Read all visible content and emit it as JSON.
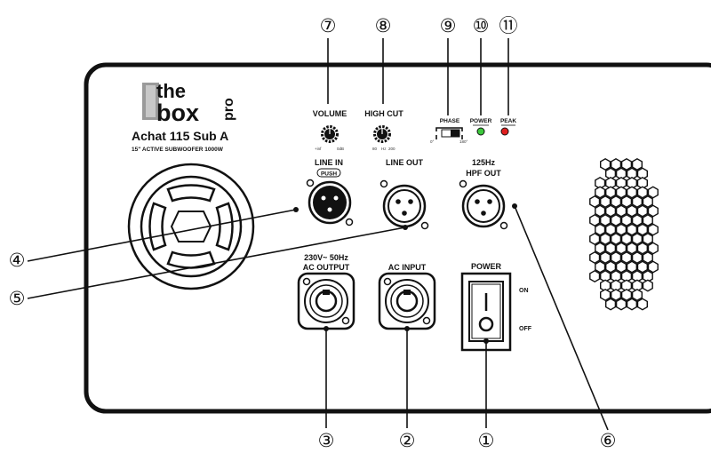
{
  "brand": {
    "line1": "the",
    "line2": "box",
    "suffix": "pro",
    "model": "Achat 115 Sub A",
    "subtitle": "15\" ACTIVE SUBWOOFER 1000W"
  },
  "labels": {
    "volume": "VOLUME",
    "high_cut": "HIGH CUT",
    "phase": "PHASE",
    "power_led": "POWER",
    "peak": "PEAK",
    "line_in": "LINE IN",
    "push": "PUSH",
    "line_out": "LINE OUT",
    "hpf_line1": "125Hz",
    "hpf_line2": "HPF OUT",
    "ac_output_line1": "230V~ 50Hz",
    "ac_output_line2": "AC OUTPUT",
    "ac_input": "AC INPUT",
    "power_switch": "POWER",
    "on": "ON",
    "off": "OFF"
  },
  "scales": {
    "vol_min": "+inf",
    "vol_max": "0dB",
    "hc_a": "80",
    "hc_b": "Hz",
    "hc_c": "200",
    "phase_0": "0°",
    "phase_180": "180°"
  },
  "callouts": [
    "①",
    "②",
    "③",
    "④",
    "⑤",
    "⑥",
    "⑦",
    "⑧",
    "⑨",
    "⑩",
    "⑪"
  ],
  "colors": {
    "panel": "#ffffff",
    "outline": "#111111",
    "led_power": "#3cc83c",
    "led_peak": "#e02020",
    "logo_gray": "#9a9a9a"
  }
}
